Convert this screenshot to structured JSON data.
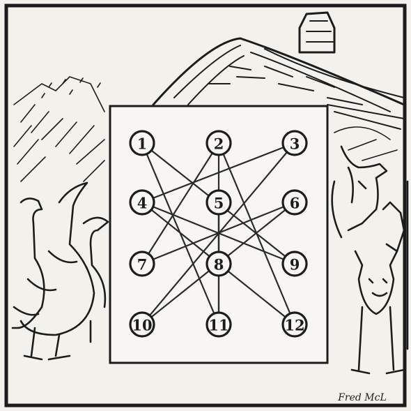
{
  "puzzle": {
    "nodes": [
      "1",
      "2",
      "3",
      "4",
      "5",
      "6",
      "7",
      "8",
      "9",
      "10",
      "11",
      "12"
    ],
    "connections": [
      [
        "1",
        "9"
      ],
      [
        "1",
        "11"
      ],
      [
        "2",
        "7"
      ],
      [
        "2",
        "12"
      ],
      [
        "3",
        "4"
      ],
      [
        "3",
        "10"
      ],
      [
        "4",
        "12"
      ],
      [
        "6",
        "7"
      ],
      [
        "6",
        "10"
      ],
      [
        "5",
        "11"
      ],
      [
        "5",
        "8"
      ],
      [
        "4",
        "9"
      ],
      [
        "11",
        "8"
      ],
      [
        "2",
        "8"
      ]
    ]
  },
  "illustration": {
    "left_figures": "geese",
    "right_figures": "foxes",
    "background": "thatched-cottage",
    "signature_text": "Fred McL"
  },
  "colors": {
    "ink": "#1c1c1c",
    "paper": "#f2f1ec"
  }
}
